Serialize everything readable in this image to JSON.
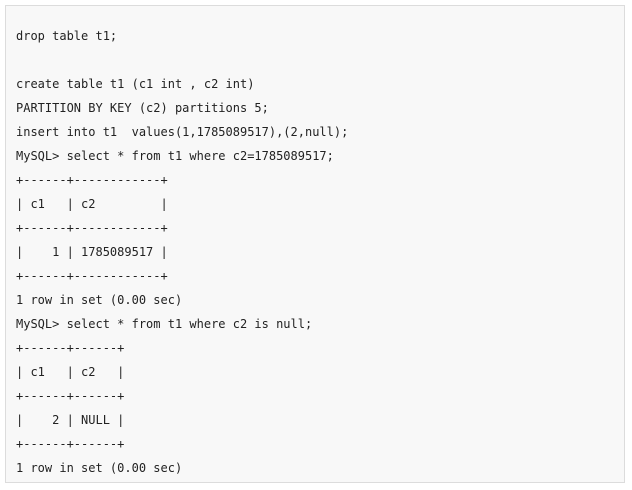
{
  "code_block": {
    "lines": [
      "drop table t1;",
      "",
      "create table t1 (c1 int , c2 int)",
      "PARTITION BY KEY (c2) partitions 5;",
      "insert into t1  values(1,1785089517),(2,null);",
      "MySQL> select * from t1 where c2=1785089517;",
      "+------+------------+",
      "| c1   | c2         |",
      "+------+------------+",
      "|    1 | 1785089517 |",
      "+------+------------+",
      "1 row in set (0.00 sec)",
      "MySQL> select * from t1 where c2 is null;",
      "+------+------+",
      "| c1   | c2   |",
      "+------+------+",
      "|    2 | NULL |",
      "+------+------+",
      "1 row in set (0.00 sec)"
    ]
  }
}
